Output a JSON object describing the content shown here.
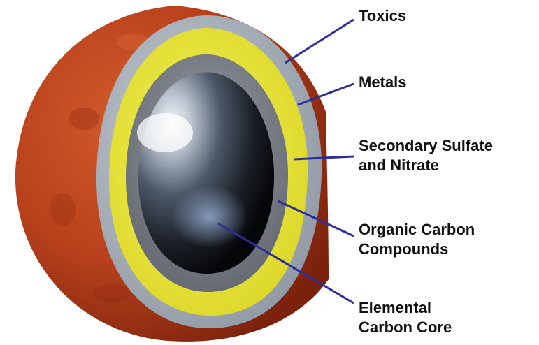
{
  "diagram": {
    "labels": {
      "toxics": "Toxics",
      "metals": "Metals",
      "sulfate_line1": "Secondary Sulfate",
      "sulfate_line2": "and Nitrate",
      "organic_line1": "Organic Carbon",
      "organic_line2": "Compounds",
      "core_line1": "Elemental",
      "core_line2": "Carbon Core"
    }
  }
}
